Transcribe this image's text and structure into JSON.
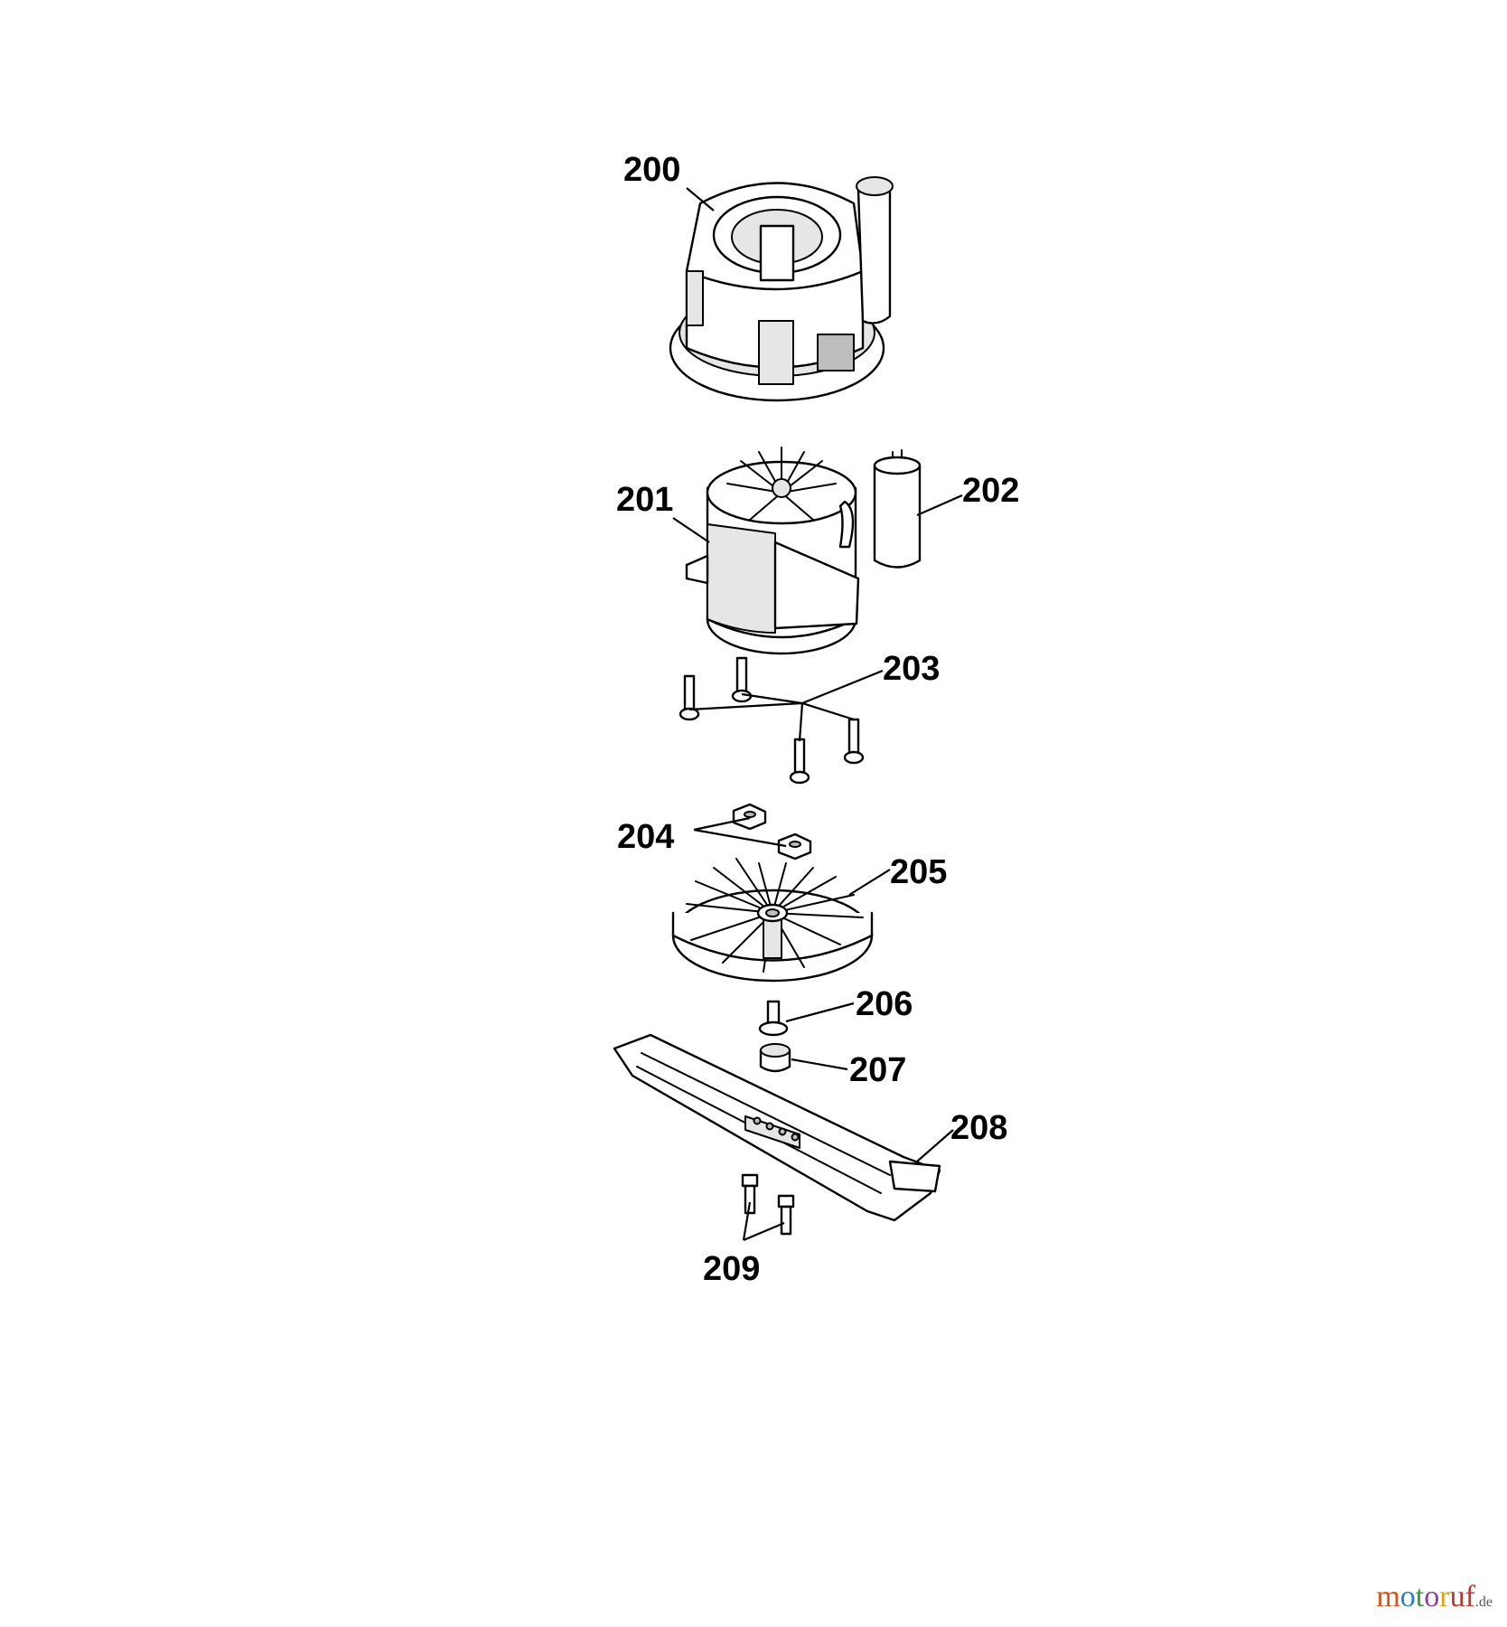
{
  "parts": [
    {
      "id": "200"
    },
    {
      "id": "201"
    },
    {
      "id": "202"
    },
    {
      "id": "203"
    },
    {
      "id": "204"
    },
    {
      "id": "205"
    },
    {
      "id": "206"
    },
    {
      "id": "207"
    },
    {
      "id": "208"
    },
    {
      "id": "209"
    }
  ],
  "watermark": {
    "text": "motoruf",
    "tld": ".de"
  },
  "colors": {
    "ink": "#000000",
    "fill": "#ffffff",
    "shade": "#e6e6e6"
  }
}
